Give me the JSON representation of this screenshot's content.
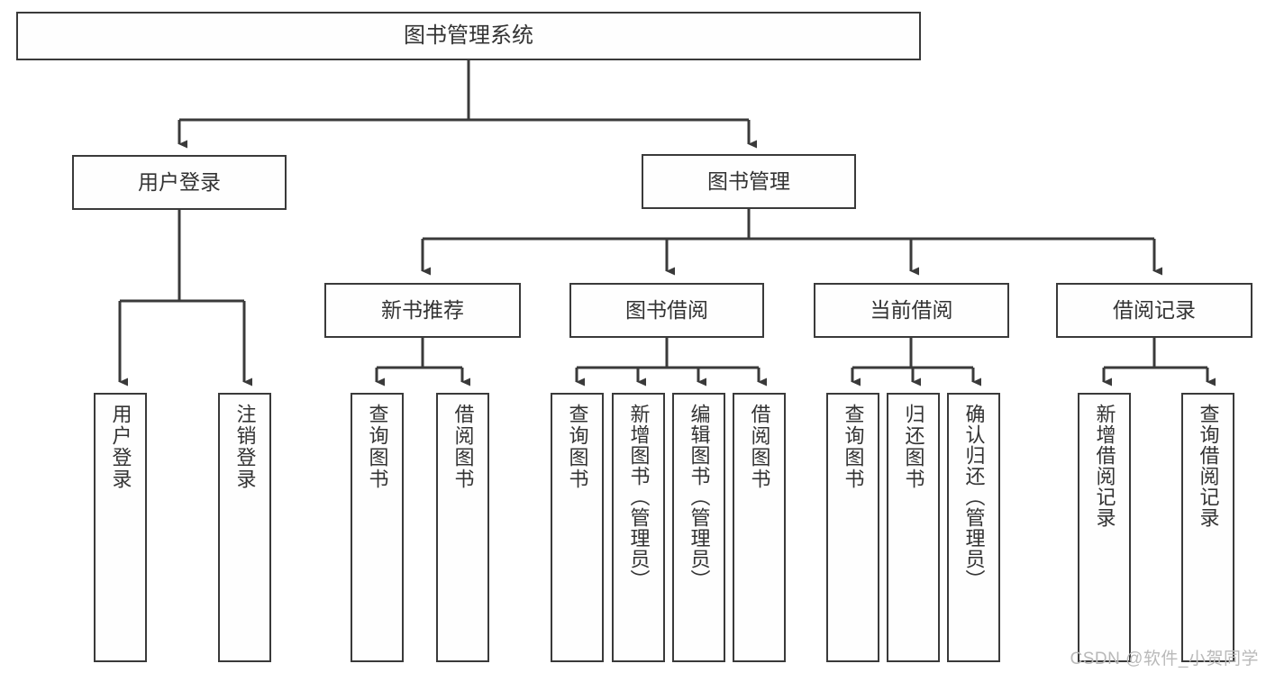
{
  "diagram": {
    "type": "tree-hierarchy",
    "title": "图书管理系统",
    "watermark": "CSDN @软件_小贺同学",
    "colors": {
      "border": "#3a3a3a",
      "text": "#333333",
      "background": "#ffffff",
      "watermark": "#b9b9b9"
    },
    "nodes": {
      "root": {
        "label": "图书管理系统"
      },
      "level1": [
        {
          "id": "user-login",
          "label": "用户登录"
        },
        {
          "id": "book-manage",
          "label": "图书管理"
        }
      ],
      "level2": [
        {
          "id": "new-book-recommend",
          "label": "新书推荐"
        },
        {
          "id": "book-borrow",
          "label": "图书借阅"
        },
        {
          "id": "current-borrow",
          "label": "当前借阅"
        },
        {
          "id": "borrow-record",
          "label": "借阅记录"
        }
      ],
      "leaves": {
        "user-login": [
          {
            "id": "leaf-user-login",
            "label": "用户登录"
          },
          {
            "id": "leaf-logout",
            "label": "注销登录"
          }
        ],
        "new-book-recommend": [
          {
            "id": "leaf-query-book-1",
            "label": "查询图书"
          },
          {
            "id": "leaf-borrow-book-1",
            "label": "借阅图书"
          }
        ],
        "book-borrow": [
          {
            "id": "leaf-query-book-2",
            "label": "查询图书"
          },
          {
            "id": "leaf-add-book",
            "label": "新增图书（管理员）"
          },
          {
            "id": "leaf-edit-book",
            "label": "编辑图书（管理员）"
          },
          {
            "id": "leaf-borrow-book-2",
            "label": "借阅图书"
          }
        ],
        "current-borrow": [
          {
            "id": "leaf-query-book-3",
            "label": "查询图书"
          },
          {
            "id": "leaf-return-book",
            "label": "归还图书"
          },
          {
            "id": "leaf-confirm-return",
            "label": "确认归还（管理员）"
          }
        ],
        "borrow-record": [
          {
            "id": "leaf-add-record",
            "label": "新增借阅记录"
          },
          {
            "id": "leaf-query-record",
            "label": "查询借阅记录"
          }
        ]
      }
    }
  }
}
